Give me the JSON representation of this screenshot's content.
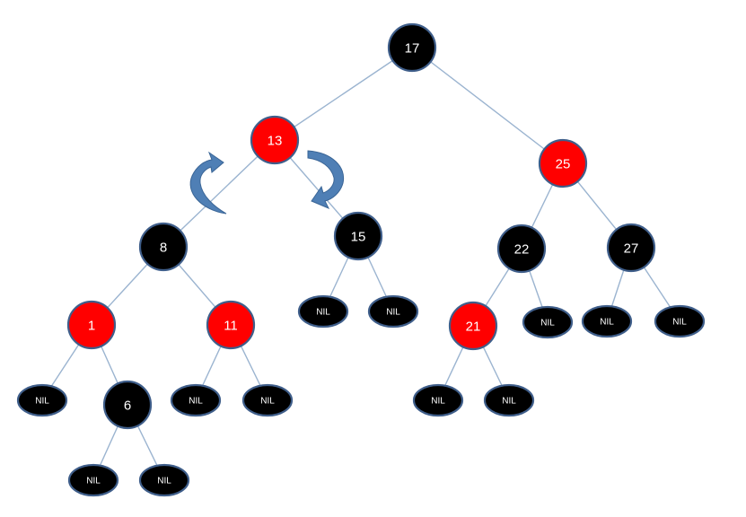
{
  "colors": {
    "black_node": "#000000",
    "red_node": "#ff0000",
    "node_outline": "#3f5e8a",
    "edge": "#9bb4d0",
    "rotation_arrow": "#4f7fb5",
    "label": "#ffffff"
  },
  "nodes": [
    {
      "id": "n17",
      "label": "17",
      "color": "black"
    },
    {
      "id": "n13",
      "label": "13",
      "color": "red"
    },
    {
      "id": "n25",
      "label": "25",
      "color": "red"
    },
    {
      "id": "n8",
      "label": "8",
      "color": "black"
    },
    {
      "id": "n15",
      "label": "15",
      "color": "black"
    },
    {
      "id": "n22",
      "label": "22",
      "color": "black"
    },
    {
      "id": "n27",
      "label": "27",
      "color": "black"
    },
    {
      "id": "n1",
      "label": "1",
      "color": "red"
    },
    {
      "id": "n11",
      "label": "11",
      "color": "red"
    },
    {
      "id": "n21",
      "label": "21",
      "color": "red"
    },
    {
      "id": "n6",
      "label": "6",
      "color": "black"
    },
    {
      "id": "nil1",
      "label": "NIL",
      "color": "black",
      "nil": true
    },
    {
      "id": "nil2",
      "label": "NIL",
      "color": "black",
      "nil": true
    },
    {
      "id": "nil3",
      "label": "NIL",
      "color": "black",
      "nil": true
    },
    {
      "id": "nil4",
      "label": "NIL",
      "color": "black",
      "nil": true
    },
    {
      "id": "nil5",
      "label": "NIL",
      "color": "black",
      "nil": true
    },
    {
      "id": "nil6",
      "label": "NIL",
      "color": "black",
      "nil": true
    },
    {
      "id": "nil7",
      "label": "NIL",
      "color": "black",
      "nil": true
    },
    {
      "id": "nil8",
      "label": "NIL",
      "color": "black",
      "nil": true
    },
    {
      "id": "nil9",
      "label": "NIL",
      "color": "black",
      "nil": true
    },
    {
      "id": "nil10",
      "label": "NIL",
      "color": "black",
      "nil": true
    },
    {
      "id": "nil11",
      "label": "NIL",
      "color": "black",
      "nil": true
    },
    {
      "id": "nil12",
      "label": "NIL",
      "color": "black",
      "nil": true
    }
  ],
  "edges": [
    [
      "n17",
      "n13"
    ],
    [
      "n17",
      "n25"
    ],
    [
      "n13",
      "n8"
    ],
    [
      "n13",
      "n15"
    ],
    [
      "n8",
      "n1"
    ],
    [
      "n8",
      "n11"
    ],
    [
      "n1",
      "nil1"
    ],
    [
      "n1",
      "n6"
    ],
    [
      "n6",
      "nil2"
    ],
    [
      "n6",
      "nil3"
    ],
    [
      "n11",
      "nil4"
    ],
    [
      "n11",
      "nil5"
    ],
    [
      "n15",
      "nil6"
    ],
    [
      "n15",
      "nil7"
    ],
    [
      "n25",
      "n22"
    ],
    [
      "n25",
      "n27"
    ],
    [
      "n22",
      "n21"
    ],
    [
      "n22",
      "nil8"
    ],
    [
      "n21",
      "nil9"
    ],
    [
      "n21",
      "nil10"
    ],
    [
      "n27",
      "nil11"
    ],
    [
      "n27",
      "nil12"
    ]
  ],
  "rotation_arrows": [
    {
      "name": "rotate-left-arrow-icon"
    },
    {
      "name": "rotate-right-arrow-icon"
    }
  ]
}
